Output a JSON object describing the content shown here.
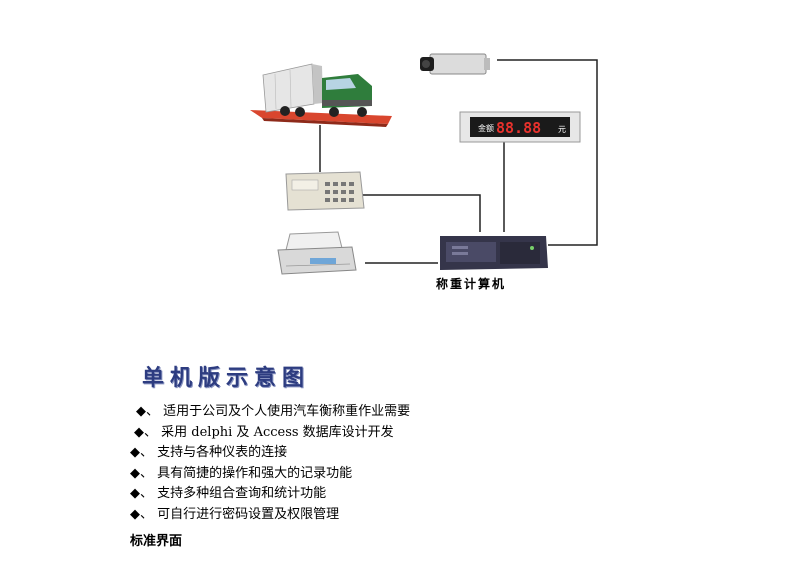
{
  "diagram": {
    "display_panel": {
      "prefix": "金额",
      "digits": "88.88",
      "unit": "元"
    },
    "computer_label": "称重计算机"
  },
  "title": "单机版示意图",
  "bullet_mark": "◆、",
  "features": [
    {
      "indent": 8,
      "text": "适用于公司及个人使用汽车衡称重作业需要"
    },
    {
      "indent": 6,
      "text": "采用 delphi  及 Access  数据库设计开发"
    },
    {
      "indent": 2,
      "text": " 支持与各种仪表的连接"
    },
    {
      "indent": 2,
      "text": "具有简捷的操作和强大的记录功能"
    },
    {
      "indent": 2,
      "text": "支持多种组合查询和统计功能"
    },
    {
      "indent": 2,
      "text": " 可自行进行密码设置及权限管理"
    }
  ],
  "footer_label": "标准界面"
}
